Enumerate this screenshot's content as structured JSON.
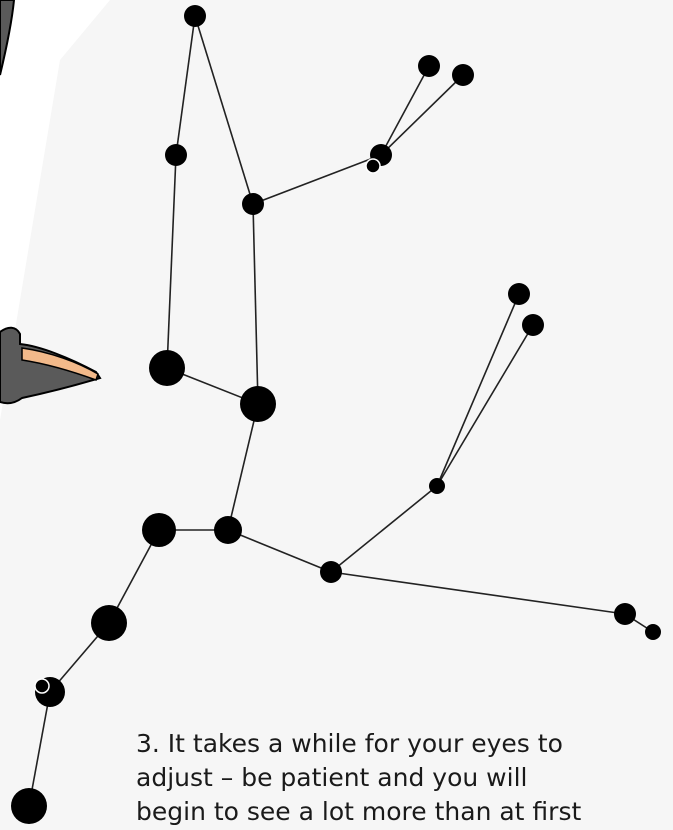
{
  "caption": {
    "line1": "3. It takes a while for your eyes to",
    "line2": "adjust – be patient and you will",
    "line3": "begin to see a lot more than at first"
  },
  "colors": {
    "background": "#ffffff",
    "panel": "#f6f6f6",
    "node": "#000000",
    "edge": "#222222",
    "figure_gray": "#5a5a5a",
    "figure_tan": "#f2b98a"
  },
  "icons": [
    "stick-figure-diagram",
    "partial-cartoon-figure"
  ]
}
